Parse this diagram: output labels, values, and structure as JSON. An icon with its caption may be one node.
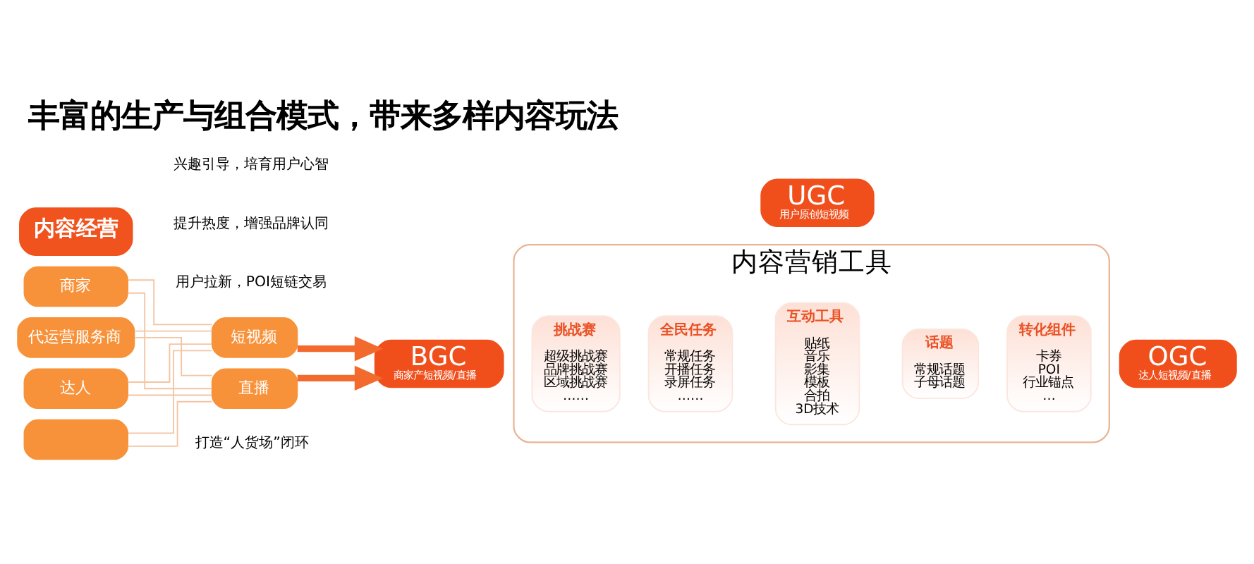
{
  "diagram": {
    "title": "丰富的生产与组合模式，带来多样内容玩法",
    "nodes": [
      {
        "text": [
          "内容经营"
        ]
      },
      {
        "text": [
          "商家"
        ]
      },
      {
        "text": [
          "代运营服务商"
        ]
      },
      {
        "text": [
          "达人"
        ]
      },
      {
        "text": [],
        "shape": "box"
      },
      {
        "text": [
          "短视频"
        ]
      },
      {
        "text": [
          "直播"
        ]
      },
      {
        "text": [
          "BGC",
          "商家产短视频/直播"
        ]
      },
      {
        "text": [
          "UGC",
          "用户原创短视频"
        ]
      },
      {
        "text": [
          "内容营销工具"
        ]
      },
      {
        "text": [
          "挑战赛",
          "超级挑战赛",
          "品牌挑战赛",
          "区域挑战赛",
          "……"
        ],
        "in": 9
      },
      {
        "text": [
          "全民任务",
          "常规任务",
          "开播任务",
          "录屏任务",
          "……"
        ],
        "in": 9
      },
      {
        "text": [
          "互动工具",
          "贴纸",
          "音乐",
          "影集",
          "模板",
          "合拍",
          "3D技术"
        ],
        "in": 9
      },
      {
        "text": [
          "话题",
          "常规话题",
          "子母话题"
        ],
        "in": 9
      },
      {
        "text": [
          "转化组件",
          "卡券",
          "POI",
          "行业锚点",
          "…"
        ],
        "in": 9
      },
      {
        "text": [
          "OGC",
          "达人短视频/直播"
        ]
      }
    ],
    "edges": [
      {
        "from": 1,
        "to": 5,
        "arrow": "none"
      },
      {
        "from": 1,
        "to": 6,
        "arrow": "none"
      },
      {
        "from": 2,
        "to": 5,
        "arrow": "none"
      },
      {
        "from": 2,
        "to": 6,
        "arrow": "none"
      },
      {
        "from": 3,
        "to": 5,
        "arrow": "none"
      },
      {
        "from": 3,
        "to": 6,
        "arrow": "none"
      },
      {
        "from": 4,
        "to": 5,
        "arrow": "none"
      },
      {
        "from": 4,
        "to": 6,
        "arrow": "none"
      },
      {
        "from": 5,
        "to": 7,
        "arrow": "to",
        "style": "thick",
        "color": "#f26a2e"
      },
      {
        "from": 6,
        "to": 7,
        "arrow": "to",
        "style": "thick",
        "color": "#f26a2e"
      }
    ],
    "labels": [
      "兴趣引导，培育用户心智",
      "提升热度，增强品牌认同",
      "用户拉新，POI短链交易",
      "打造“人货场”闭环"
    ]
  }
}
